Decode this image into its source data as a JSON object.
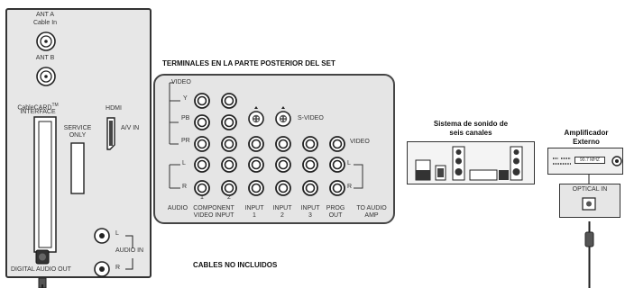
{
  "left_panel": {
    "ant_a": "ANT A",
    "cable_in": "Cable In",
    "ant_b": "ANT B",
    "cablecard": "CableCARD",
    "tm": "TM",
    "interface": "INTERFACE",
    "service": "SERVICE",
    "only": "ONLY",
    "hdmi": "HDMI",
    "av_in": "A/V IN",
    "l": "L",
    "r": "R",
    "audio_in": "AUDIO IN",
    "digital_audio_out": "DIGITAL AUDIO OUT"
  },
  "rear_panel": {
    "title": "TERMINALES EN LA PARTE POSTERIOR DEL SET",
    "video": "VIDEO",
    "y": "Y",
    "pb": "PB",
    "pr": "PR",
    "s_video": "S-VIDEO",
    "video_right": "VIDEO",
    "l": "L",
    "r": "R",
    "l_right": "L",
    "r_right": "R",
    "num1": "1",
    "num2": "2",
    "audio": "AUDIO",
    "component": "COMPONENT",
    "video_input": "VIDEO INPUT",
    "input": "INPUT",
    "input1": "1",
    "input2": "2",
    "input3": "3",
    "prog": "PROG",
    "out": "OUT",
    "to_audio": "TO AUDIO",
    "amp": "AMP"
  },
  "cables_note": "CABLES NO INCLUIDOS",
  "sound_system": {
    "title_line1": "Sistema de sonido de",
    "title_line2": "seis canales"
  },
  "amplifier": {
    "title_line1": "Amplificador",
    "title_line2": "Externo",
    "display": "90.7 MHZ",
    "optical_in": "OPTICAL IN"
  }
}
